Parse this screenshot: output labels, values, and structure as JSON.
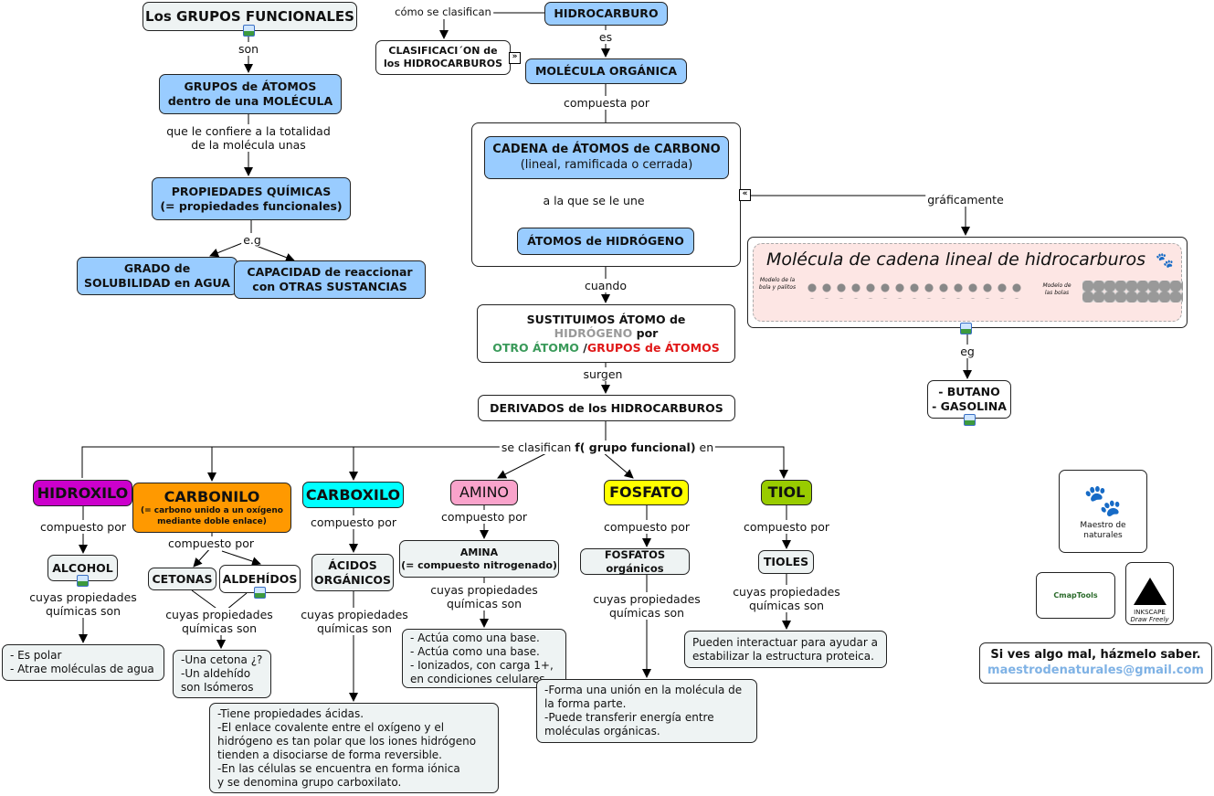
{
  "title": "Los GRUPOS FUNCIONALES",
  "left": {
    "son": "son",
    "grupos": [
      "GRUPOS de ÁTOMOS",
      "dentro de una MOLÉCULA"
    ],
    "confiere": [
      "que le confiere a la totalidad",
      "de la molécula unas"
    ],
    "propiedades": [
      "PROPIEDADES QUÍMICAS",
      "(= propiedades funcionales)"
    ],
    "eg": "e.g",
    "grado": [
      "GRADO de",
      "SOLUBILIDAD en AGUA"
    ],
    "capacidad": [
      "CAPACIDAD de reaccionar",
      "con OTRAS SUSTANCIAS"
    ]
  },
  "center": {
    "como": "cómo se clasifican",
    "hidrocarburo": "HIDROCARBURO",
    "clasificacion": [
      "CLASIFICACI´ON  de",
      "los HIDROCARBUROS"
    ],
    "es": "es",
    "molecula": "MOLÉCULA ORGÁNICA",
    "compuesta": "compuesta por",
    "cadena": [
      "CADENA de ÁTOMOS de CARBONO",
      "(lineal, ramificada o cerrada)"
    ],
    "une": "a la que se le une",
    "hidrogeno": "ÁTOMOS de HIDRÓGENO",
    "cuando": "cuando",
    "sust": {
      "l1": "SUSTITUIMOS ÁTOMO de",
      "h": "HIDRÓGENO",
      "por": " por",
      "otro": "OTRO ÁTOMO",
      "slash": " /",
      "grupos": "GRUPOS de ÁTOMOS"
    },
    "surgen": "surgen",
    "derivados": "DERIVADOS de los HIDROCARBUROS",
    "clasifican": {
      "a": "se clasifican ",
      "b": "f( grupo funcional)",
      "c": " en"
    }
  },
  "right": {
    "graficamente": "gráficamente",
    "image_title": "Molécula de cadena lineal de hidrocarburos",
    "model1": "Modelo de la bola y palitos",
    "model2": "Modelo de las bolas",
    "eg": "eg",
    "ejemplos": [
      "- BUTANO",
      "- GASOLINA"
    ]
  },
  "groups": [
    {
      "name": "HIDROXILO",
      "color": "#cc00cc",
      "rel": "compuesto por",
      "compound": "ALCOHOL",
      "props_rel": [
        "cuyas propiedades",
        "químicas son"
      ],
      "props": [
        "- Es polar",
        "- Atrae moléculas de agua"
      ]
    },
    {
      "name": "CARBONILO",
      "sub": [
        "(= carbono unido a un oxígeno",
        "mediante doble enlace)"
      ],
      "color": "#ff9900",
      "rel": "compuesto por",
      "compounds": [
        "CETONAS",
        "ALDEHÍDOS"
      ],
      "props_rel": [
        "cuyas propiedades",
        "químicas son"
      ],
      "props": [
        "-Una cetona ¿?",
        "-Un aldehído",
        "son Isómeros"
      ]
    },
    {
      "name": "CARBOXILO",
      "color": "#00ffff",
      "rel": "compuesto por",
      "compound": [
        "ÁCIDOS",
        "ORGÁNICOS"
      ],
      "props_rel": [
        "cuyas propiedades",
        "químicas son"
      ],
      "props": [
        "-Tiene propiedades ácidas.",
        "-El enlace covalente entre el oxígeno y el",
        "hidrógeno es tan polar que los iones hidrógeno",
        "tienden a disociarse de forma reversible.",
        "-En las células se encuentra en forma iónica",
        "y se denomina grupo carboxilato."
      ]
    },
    {
      "name": "AMINO",
      "color": "#f9a3cb",
      "rel": "compuesto por",
      "compound": [
        "AMINA",
        "(= compuesto nitrogenado)"
      ],
      "props_rel": [
        "cuyas propiedades",
        "químicas son"
      ],
      "props": [
        "- Actúa como una base.",
        "- Actúa como una base.",
        "- Ionizados, con carga 1+,",
        "en condiciones celulares"
      ]
    },
    {
      "name": "FOSFATO",
      "color": "#ffff00",
      "rel": "compuesto por",
      "compound": "FOSFATOS orgánicos",
      "props_rel": [
        "cuyas propiedades",
        "químicas son"
      ],
      "props": [
        "-Forma una unión en la molécula de",
        "la forma parte.",
        "-Puede transferir energía entre",
        "moléculas orgánicas."
      ]
    },
    {
      "name": "TIOL",
      "color": "#99cc00",
      "rel": "compuesto por",
      "compound": "TIOLES",
      "props_rel": [
        "cuyas propiedades",
        "químicas son"
      ],
      "props": [
        "Pueden interactuar para ayudar a",
        "estabilizar la estructura proteica."
      ]
    }
  ],
  "logos": {
    "maestro": "Maestro de naturales",
    "cmap": "CmapTools",
    "inkscape": "INKSCAPE",
    "inkscape_sub": "Draw Freely"
  },
  "contact": {
    "text": "Si ves algo mal, házmelo saber.",
    "email": "maestrodenaturales@gmail.com",
    "email_color": "#7fb2e5"
  }
}
